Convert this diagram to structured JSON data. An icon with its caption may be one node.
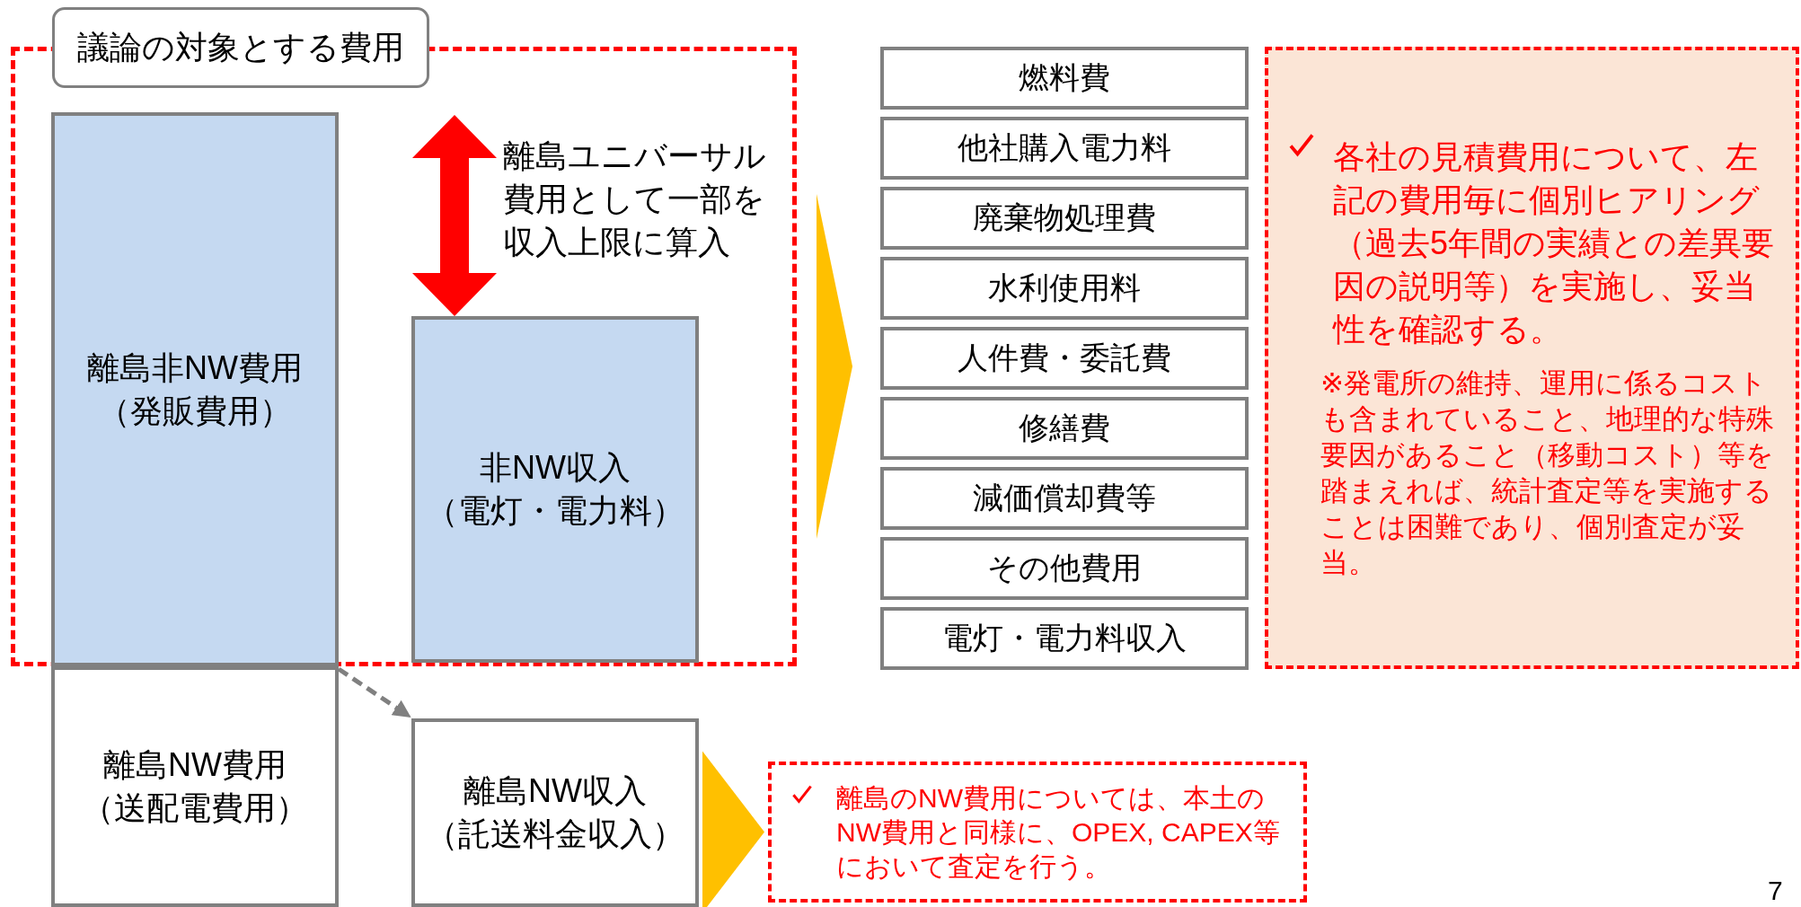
{
  "diagram": {
    "nodes": [
      {
        "text": [
          "議論の対象とする費用"
        ]
      },
      {
        "text": [
          "離島非NW費用（発販費用）"
        ],
        "in": 0
      },
      {
        "text": [
          "非NW収入（電灯・電力料）"
        ],
        "in": 0
      },
      {
        "text": [
          "離島NW費用（送配電費用）"
        ]
      },
      {
        "text": [
          "離島NW収入（託送料金収入）"
        ]
      },
      {
        "text": [
          "燃料費"
        ]
      },
      {
        "text": [
          "他社購入電力料"
        ]
      },
      {
        "text": [
          "廃棄物処理費"
        ]
      },
      {
        "text": [
          "水利使用料"
        ]
      },
      {
        "text": [
          "人件費・委託費"
        ]
      },
      {
        "text": [
          "修繕費"
        ]
      },
      {
        "text": [
          "減価償却費等"
        ]
      },
      {
        "text": [
          "その他費用"
        ]
      },
      {
        "text": [
          "電灯・電力料収入"
        ]
      },
      {
        "text": [
          "各社の見積費用について、左記の費用毎に個別ヒアリング（過去5年間の実績との差異要因の説明等）を実施し、妥当性を確認する。",
          "※発電所の維持、運用に係るコストも含まれていること、地理的な特殊要因があること（移動コスト）等を踏まえれば、統計査定等を実施することは困難であり、個別査定が妥当。"
        ]
      },
      {
        "text": [
          "離島のNW費用については、本土のNW費用と同様に、OPEX, CAPEX等において査定を行う。"
        ]
      }
    ],
    "edges": [
      {
        "from": 1,
        "to": 4,
        "arrow": "to",
        "style": "dashed"
      },
      {
        "from": 0,
        "to": null,
        "arrow": "to",
        "style": "thick",
        "color": "#ffc000"
      },
      {
        "from": 4,
        "to": 15,
        "arrow": "to",
        "style": "thick",
        "color": "#ffc000"
      }
    ],
    "labels": [
      "離島ユニバーサル費用として一部を収入上限に算入",
      "7"
    ]
  }
}
